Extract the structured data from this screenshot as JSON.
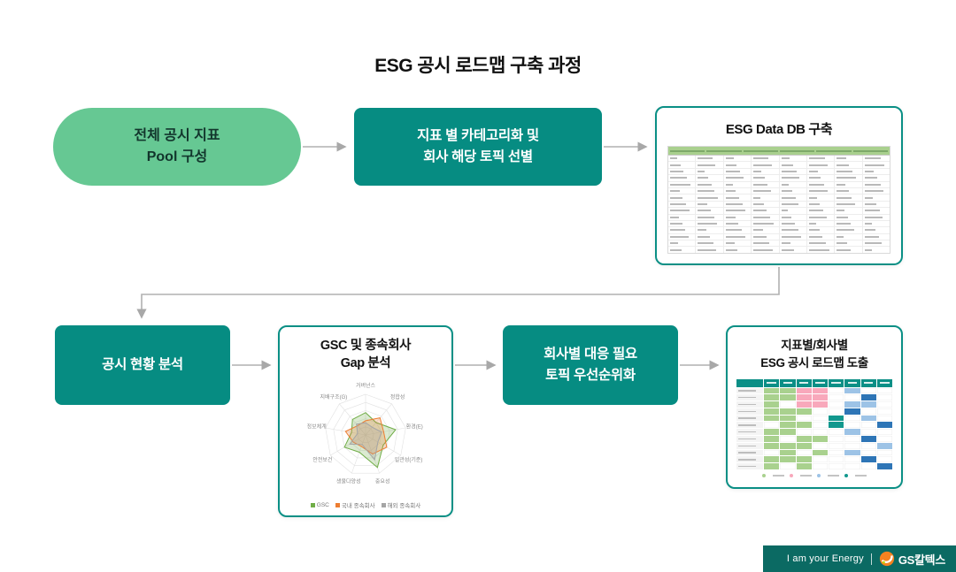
{
  "page": {
    "title": "ESG 공시 로드맵 구축 과정"
  },
  "colors": {
    "node_green": "#66c893",
    "node_teal": "#068c82",
    "card_border": "#0a8f85",
    "arrow_gray": "#ababab",
    "sheet_header_green": "#a9d08e",
    "footer_teal": "#0b6a63",
    "logo_orange": "#f58220"
  },
  "steps": {
    "pool": {
      "line1": "전체 공시 지표",
      "line2": "Pool 구성"
    },
    "categorize": {
      "line1": "지표 별 카테고리화 및",
      "line2": "회사 해당 토픽 선별"
    },
    "db": {
      "title": "ESG Data DB 구축"
    },
    "analysis": {
      "line1": "공시 현황 분석"
    },
    "gap": {
      "line1": "GSC 및 종속회사",
      "line2": "Gap 분석"
    },
    "priority": {
      "line1": "회사별 대응 필요",
      "line2": "토픽 우선순위화"
    },
    "roadmap": {
      "line1": "지표별/회사별",
      "line2": "ESG 공시 로드맵 도출"
    }
  },
  "radar": {
    "axes": [
      "거버넌스",
      "정합성",
      "환경(E)",
      "일관성(기준)",
      "중요성",
      "생물다양성",
      "안전보건",
      "정보체계",
      "지배구조(G)"
    ],
    "rings": 5,
    "series": [
      {
        "name": "GSC",
        "color": "#70ad47",
        "values": [
          0.55,
          0.4,
          0.75,
          0.5,
          0.85,
          0.45,
          0.6,
          0.35,
          0.5
        ]
      },
      {
        "name": "국내 종속회사",
        "color": "#ed7d31",
        "values": [
          0.35,
          0.55,
          0.45,
          0.6,
          0.5,
          0.3,
          0.35,
          0.5,
          0.3
        ]
      },
      {
        "name": "해외 종속회사",
        "color": "#a5a5a5",
        "values": [
          0.3,
          0.25,
          0.4,
          0.35,
          0.65,
          0.25,
          0.45,
          0.2,
          0.35
        ]
      }
    ]
  },
  "roadmap_grid": {
    "palette": {
      "g": "#a9d18e",
      "p": "#f8a8bb",
      "b": "#9dc3e6",
      "B": "#2e75b6",
      "t": "#12988e",
      "w": "#ffffff"
    },
    "header_cols": 8,
    "rows": [
      [
        "g",
        "g",
        "p",
        "p",
        "w",
        "b",
        "w",
        "w"
      ],
      [
        "g",
        "g",
        "p",
        "p",
        "w",
        "w",
        "B",
        "w"
      ],
      [
        "g",
        "w",
        "p",
        "p",
        "w",
        "b",
        "b",
        "w"
      ],
      [
        "g",
        "g",
        "g",
        "w",
        "w",
        "B",
        "w",
        "w"
      ],
      [
        "g",
        "g",
        "w",
        "w",
        "t",
        "w",
        "b",
        "w"
      ],
      [
        "w",
        "g",
        "g",
        "w",
        "t",
        "w",
        "w",
        "B"
      ],
      [
        "g",
        "g",
        "w",
        "w",
        "w",
        "b",
        "w",
        "w"
      ],
      [
        "g",
        "w",
        "g",
        "g",
        "w",
        "w",
        "B",
        "w"
      ],
      [
        "g",
        "g",
        "g",
        "w",
        "w",
        "w",
        "w",
        "b"
      ],
      [
        "w",
        "g",
        "w",
        "g",
        "w",
        "b",
        "w",
        "w"
      ],
      [
        "g",
        "g",
        "g",
        "w",
        "w",
        "w",
        "B",
        "w"
      ],
      [
        "g",
        "w",
        "g",
        "w",
        "w",
        "w",
        "w",
        "B"
      ]
    ],
    "legend_colors": [
      "#a9d18e",
      "#f8a8bb",
      "#9dc3e6",
      "#12988e"
    ]
  },
  "spreadsheet": {
    "rows": 15,
    "cols": 8,
    "header_color": "#a9d08e"
  },
  "footer": {
    "slogan": "I am your Energy",
    "brand": "GS칼텍스"
  }
}
